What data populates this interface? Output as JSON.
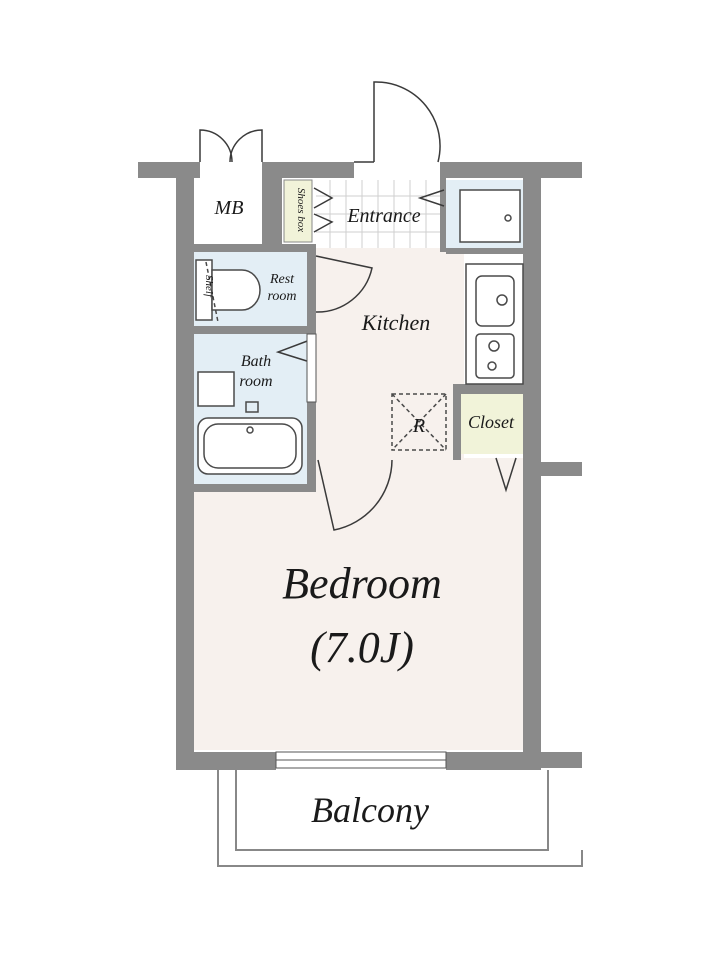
{
  "rooms": {
    "mb": "MB",
    "shoes_box": "Shoes box",
    "entrance": "Entrance",
    "rest_room_line1": "Rest",
    "rest_room_line2": "room",
    "shelf": "Shelf",
    "kitchen": "Kitchen",
    "bath_room_line1": "Bath",
    "bath_room_line2": "room",
    "refrigerator": "R",
    "closet": "Closet",
    "bedroom": "Bedroom",
    "bedroom_size": "(7.0J)",
    "balcony": "Balcony"
  },
  "colors": {
    "wall": "#8a8a8a",
    "floor": "#f7f1ed",
    "wet_area": "#e3eef5",
    "storage": "#f1f3d9",
    "line": "#3a3a3a"
  }
}
